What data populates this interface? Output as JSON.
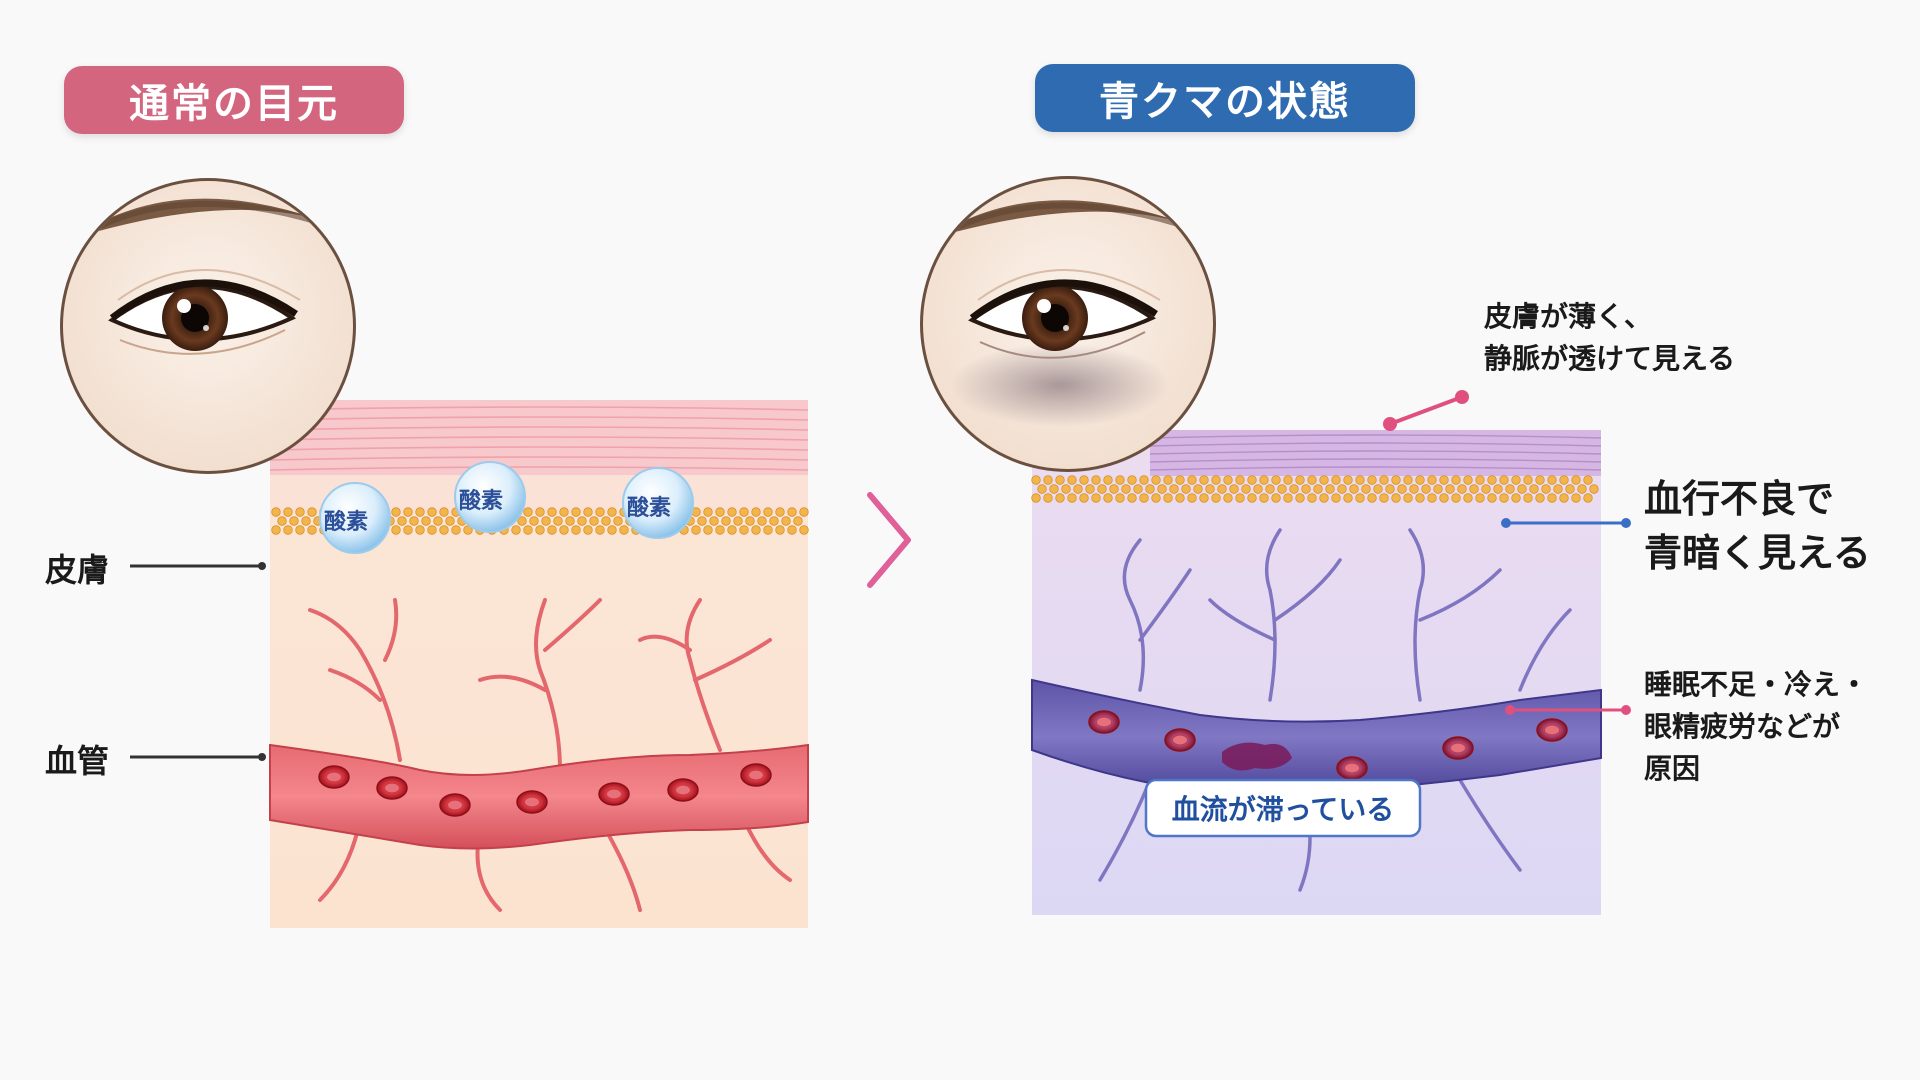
{
  "headings": {
    "left": "通常の目元",
    "right": "青クマの状態"
  },
  "left_labels": {
    "skin": "皮膚",
    "vessel": "血管"
  },
  "oxygen_label": "酸素",
  "right_notes": {
    "thin_skin_line1": "皮膚が薄く、",
    "thin_skin_line2": "静脈が透けて見える",
    "poor_circulation_line1": "血行不良で",
    "poor_circulation_line2": "青暗く見える",
    "causes_line1": "睡眠不足・冷え・",
    "causes_line2": "眼精疲労などが",
    "causes_line3": "原因"
  },
  "stagnation_label": "血流が滞っている",
  "colors": {
    "pink_accent": "#d4657f",
    "blue_accent": "#2f6bb0",
    "arrow": "#e0609a",
    "pointer_pink": "#e0507f",
    "pointer_blue": "#3a6fc8"
  }
}
